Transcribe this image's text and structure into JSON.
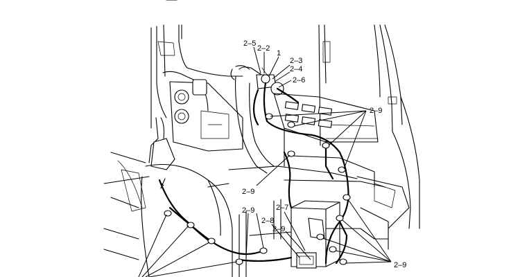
{
  "callouts": {
    "c_2_5": "2–5",
    "c_2_2": "2–2",
    "c_1": "1",
    "c_2_3": "2–3",
    "c_2_4": "2–4",
    "c_2_6": "2–6",
    "c_2_9_top": "2–9",
    "c_2_9_mid": "2–9",
    "c_2_9_center": "2–9",
    "c_2_7": "2–7",
    "c_2_8": "2–8",
    "c_2_9_lower": "2–9",
    "c_2_9_right": "2–9"
  }
}
